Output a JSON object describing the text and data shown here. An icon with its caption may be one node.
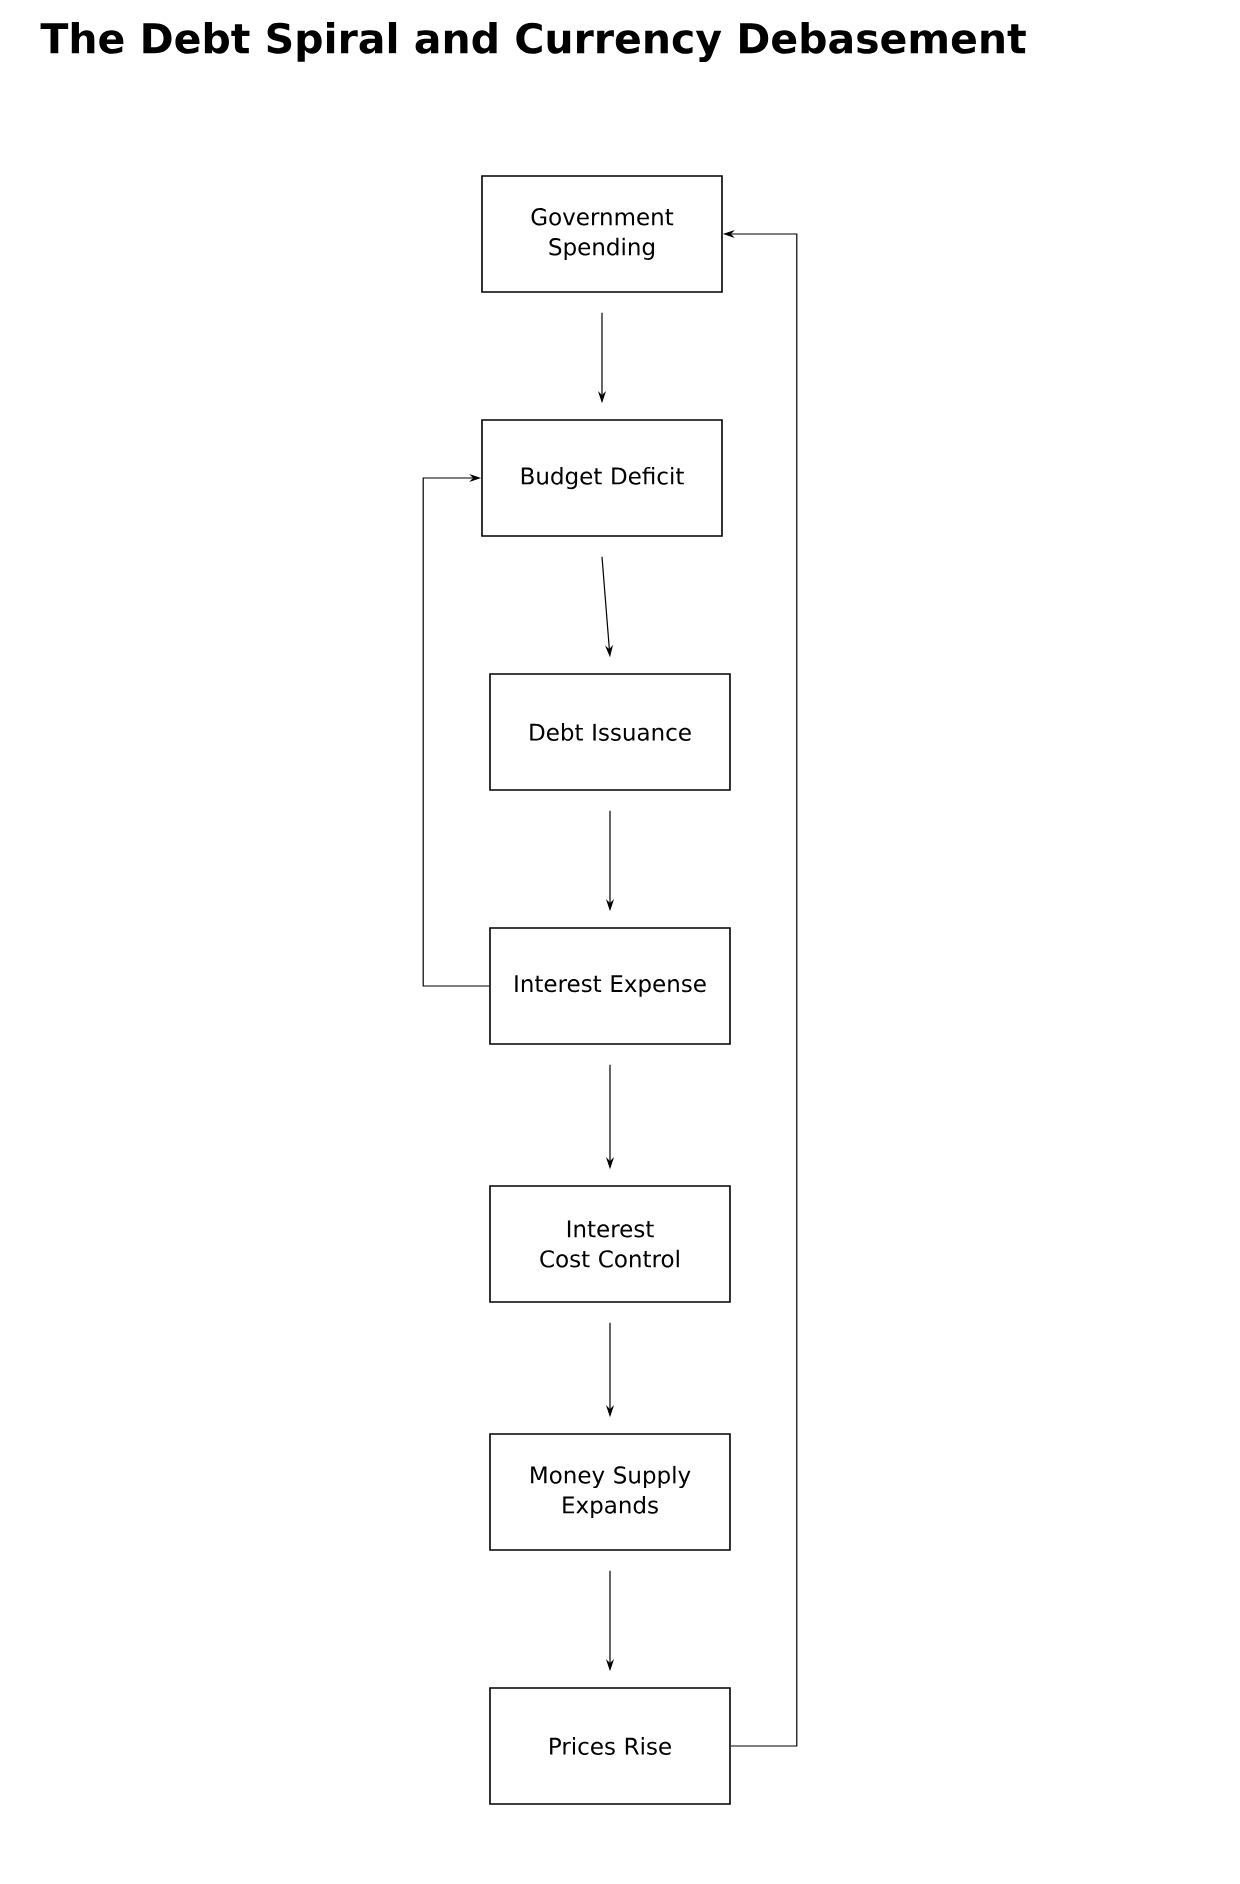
{
  "diagram": {
    "title": "The Debt Spiral and Currency Debasement",
    "nodes": [
      {
        "text": [
          "Government Spending"
        ]
      },
      {
        "text": [
          "Budget Deficit"
        ]
      },
      {
        "text": [
          "Debt Issuance"
        ]
      },
      {
        "text": [
          "Interest Expense"
        ]
      },
      {
        "text": [
          "Interest Cost Control"
        ]
      },
      {
        "text": [
          "Money Supply Expands"
        ]
      },
      {
        "text": [
          "Prices Rise"
        ]
      }
    ],
    "edges": [
      {
        "from": 0,
        "to": 1,
        "arrow": "to"
      },
      {
        "from": 1,
        "to": 2,
        "arrow": "to"
      },
      {
        "from": 2,
        "to": 3,
        "arrow": "to"
      },
      {
        "from": 3,
        "to": 4,
        "arrow": "to"
      },
      {
        "from": 4,
        "to": 5,
        "arrow": "to"
      },
      {
        "from": 5,
        "to": 6,
        "arrow": "to"
      },
      {
        "from": 3,
        "to": 1,
        "arrow": "to"
      },
      {
        "from": 6,
        "to": 0,
        "arrow": "to"
      }
    ]
  }
}
